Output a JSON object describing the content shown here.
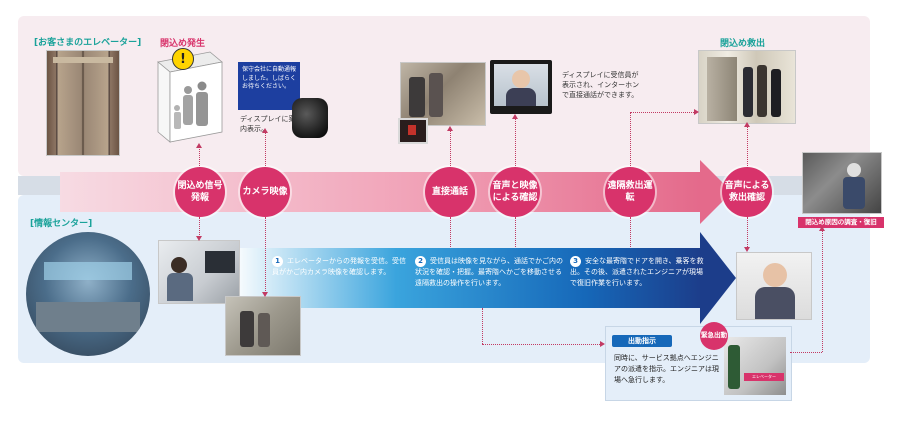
{
  "labels": {
    "customer_elevator": "[お客さまのエレベーター]",
    "entrapment_occurs": "閉込め発生",
    "info_center": "[情報センター]",
    "entrapment_rescue": "閉込め救出",
    "cause_investigation": "閉込め原因の調査・復旧"
  },
  "display_screen_text": "保守会社に自動通報しました。しばらくお待ちください。",
  "display_caption": "ディスプレイに案内表示。",
  "operator_display_caption": "ディスプレイに受信員が表示され、インターホンで直接通話ができます。",
  "circles": {
    "signal": "閉込め信号発報",
    "camera": "カメラ映像",
    "direct_call": "直接通話",
    "audio_video": "音声と映像による確認",
    "remote_rescue": "遠隔救出運転",
    "audio_rescue": "音声による救出確認"
  },
  "steps": [
    {
      "num": "1",
      "text": "エレベーターからの発報を受信。受信員がかご内カメラ映像を確認します。"
    },
    {
      "num": "2",
      "text": "受信員は映像を見ながら、通話でかご内の状況を確認・把握。最寄階へかごを移動させる遠隔救出の操作を行います。"
    },
    {
      "num": "3",
      "text": "安全な最寄階でドアを開き、乗客を救出。その後、派遣されたエンジニアが現場で復旧作業を行います。"
    }
  ],
  "dispatch": {
    "title": "出動指示",
    "text": "同時に、サービス拠点へエンジニアの派遣を指示。エンジニアは現場へ急行します。",
    "badge": "緊急出動",
    "van_text": "エレベーター"
  },
  "icons": {
    "warning": "exclamation-warning-icon",
    "intercom": "intercom-speaker-icon"
  },
  "colors": {
    "accent_pink": "#d8336b",
    "accent_green": "#1aa29a",
    "accent_blue": "#1668b9"
  }
}
